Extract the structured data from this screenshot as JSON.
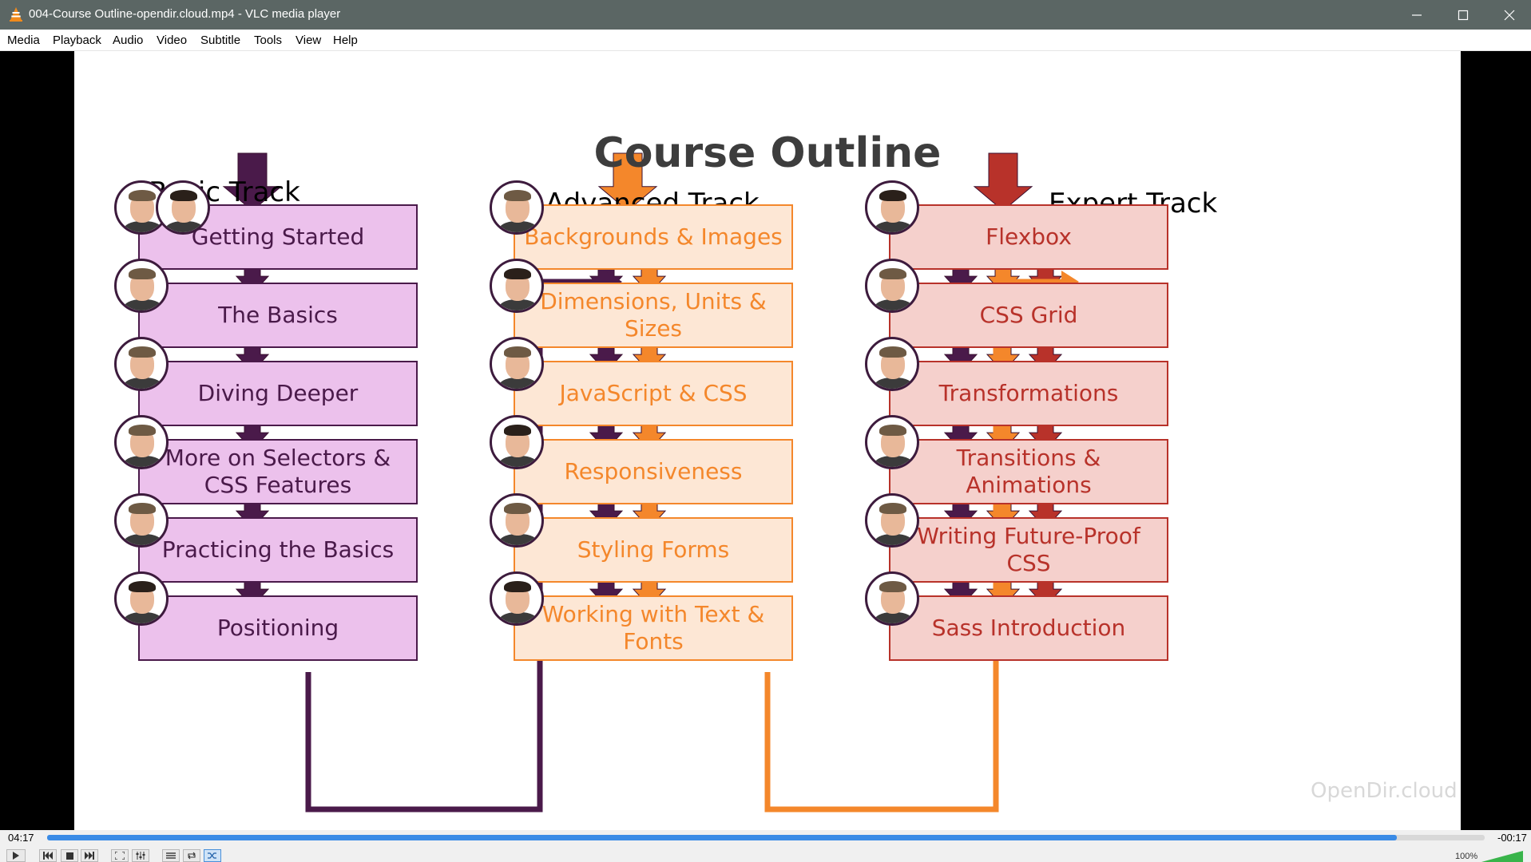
{
  "window": {
    "title": "004-Course Outline-opendir.cloud.mp4 - VLC media player"
  },
  "menu": [
    "Media",
    "Playback",
    "Audio",
    "Video",
    "Subtitle",
    "Tools",
    "View",
    "Help"
  ],
  "slide": {
    "title": "Course Outline",
    "watermark": "OpenDir.cloud",
    "tracks": [
      {
        "label": "Basic Track",
        "color": "#4a1a4a",
        "items": [
          "Getting Started",
          "The Basics",
          "Diving Deeper",
          "More on Selectors & CSS Features",
          "Practicing the Basics",
          "Positioning"
        ]
      },
      {
        "label": "Advanced Track",
        "color": "#f4872b",
        "items": [
          "Backgrounds & Images",
          "Dimensions, Units & Sizes",
          "JavaScript & CSS",
          "Responsiveness",
          "Styling Forms",
          "Working with Text & Fonts"
        ]
      },
      {
        "label": "Expert Track",
        "color": "#b8322a",
        "items": [
          "Flexbox",
          "CSS Grid",
          "Transformations",
          "Transitions & Animations",
          "Writing Future-Proof CSS",
          "Sass Introduction"
        ]
      }
    ]
  },
  "player": {
    "elapsed": "04:17",
    "remaining": "-00:17",
    "progress_percent": 93.9,
    "volume": "100%"
  },
  "colors": {
    "titlebar": "#5b6664",
    "seek_fill": "#3a8be6",
    "basic": "#4a1a4a",
    "advanced": "#f4872b",
    "expert": "#b8322a"
  }
}
